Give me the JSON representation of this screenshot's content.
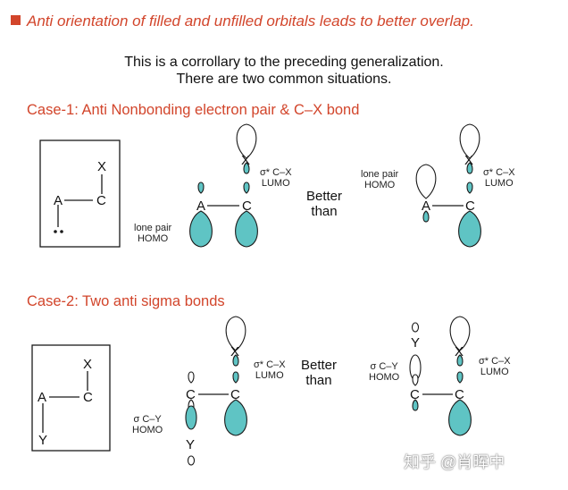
{
  "headline": "Anti orientation of filled and unfilled orbitals leads to better overlap.",
  "intro": [
    "This is a corrollary to the preceding generalization.",
    "There are two common situations."
  ],
  "case1": {
    "title": "Case-1:  Anti Nonbonding electron pair & C–X bond",
    "atoms": {
      "A": "A",
      "C": "C",
      "X": "X"
    },
    "lone_pair_homo": [
      "lone pair",
      "HOMO"
    ],
    "sigma_star_lumo": [
      "σ* C–X",
      "LUMO"
    ],
    "better_than": [
      "Better",
      "than"
    ]
  },
  "case2": {
    "title": "Case-2:  Two anti sigma bonds",
    "atoms": {
      "A": "A",
      "C": "C",
      "X": "X",
      "Y": "Y"
    },
    "sigma_homo": [
      "σ C–Y",
      "HOMO"
    ],
    "sigma_star_lumo": [
      "σ* C–X",
      "LUMO"
    ],
    "better_than": [
      "Better",
      "than"
    ]
  },
  "colors": {
    "accent": "#d2452b",
    "orbital_fill": "#5fc4c4",
    "orbital_stroke": "#1a1a1a"
  },
  "watermark": "知乎 @肖晖中"
}
